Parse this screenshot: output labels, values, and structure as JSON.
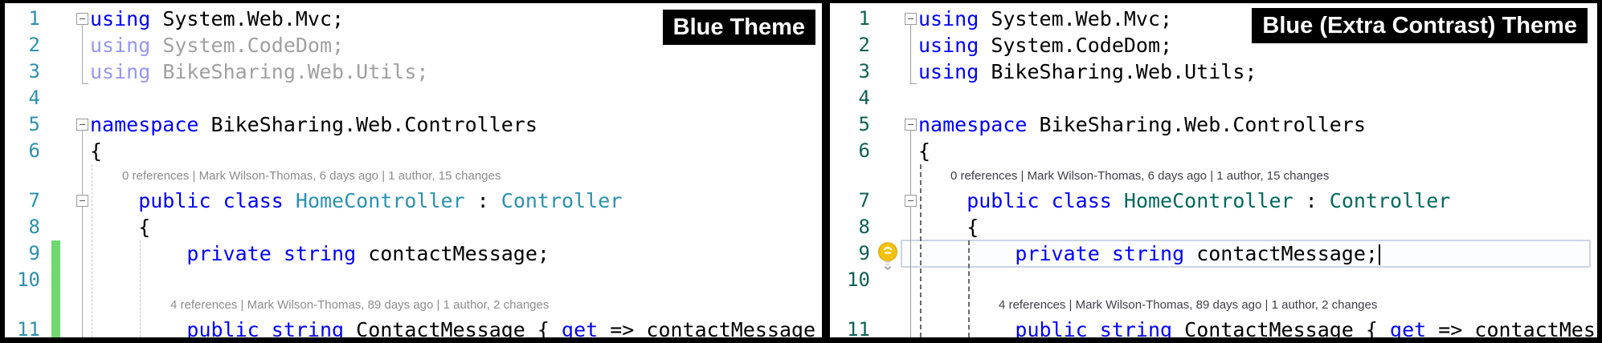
{
  "panels": [
    {
      "label": "Blue Theme",
      "palette": {
        "background": "#ffffff",
        "keyword": "#0000ff",
        "plain": "#000000",
        "type": "#2b91af",
        "keyword_faded": "#9698f0",
        "plain_faded": "#a0a0a0",
        "line_number": "#2b91af",
        "codelens": "#8c8c8c",
        "indent_guide": "#c8c8c8",
        "outline": "#a8a8a8",
        "change_bar": "#70d870"
      },
      "rows": [
        {
          "type": "code",
          "num": "1",
          "indent": 0,
          "collapse": true,
          "segs": [
            [
              "keyword",
              "using"
            ],
            [
              "plain",
              " System.Web.Mvc;"
            ]
          ]
        },
        {
          "type": "code",
          "num": "2",
          "indent": 0,
          "segs": [
            [
              "keyword_faded",
              "using"
            ],
            [
              "plain_faded",
              " System.CodeDom;"
            ]
          ]
        },
        {
          "type": "code",
          "num": "3",
          "indent": 0,
          "segs": [
            [
              "keyword_faded",
              "using"
            ],
            [
              "plain_faded",
              " BikeSharing.Web.Utils;"
            ]
          ]
        },
        {
          "type": "code",
          "num": "4",
          "indent": 0,
          "segs": []
        },
        {
          "type": "code",
          "num": "5",
          "indent": 0,
          "collapse": true,
          "segs": [
            [
              "keyword",
              "namespace"
            ],
            [
              "plain",
              " BikeSharing.Web.Controllers"
            ]
          ]
        },
        {
          "type": "code",
          "num": "6",
          "indent": 0,
          "segs": [
            [
              "plain",
              "{"
            ]
          ]
        },
        {
          "type": "lens",
          "indent": 4,
          "text": "0 references | Mark Wilson-Thomas, 6 days ago | 1 author, 15 changes"
        },
        {
          "type": "code",
          "num": "7",
          "indent": 4,
          "collapse": true,
          "segs": [
            [
              "keyword",
              "public"
            ],
            [
              "plain",
              " "
            ],
            [
              "keyword",
              "class"
            ],
            [
              "plain",
              " "
            ],
            [
              "type",
              "HomeController"
            ],
            [
              "plain",
              " : "
            ],
            [
              "type",
              "Controller"
            ]
          ]
        },
        {
          "type": "code",
          "num": "8",
          "indent": 4,
          "segs": [
            [
              "plain",
              "{"
            ]
          ]
        },
        {
          "type": "code",
          "num": "9",
          "indent": 8,
          "change_bar": true,
          "segs": [
            [
              "keyword",
              "private"
            ],
            [
              "plain",
              " "
            ],
            [
              "keyword",
              "string"
            ],
            [
              "plain",
              " contactMessage;"
            ]
          ]
        },
        {
          "type": "code",
          "num": "10",
          "indent": 0,
          "change_bar": true,
          "segs": []
        },
        {
          "type": "lens",
          "indent": 8,
          "change_bar": true,
          "text": "4 references | Mark Wilson-Thomas, 89 days ago | 1 author, 2 changes"
        },
        {
          "type": "code",
          "num": "11",
          "indent": 8,
          "change_bar": true,
          "segs": [
            [
              "keyword",
              "public"
            ],
            [
              "plain",
              " "
            ],
            [
              "keyword",
              "string"
            ],
            [
              "plain",
              " ContactMessage { "
            ],
            [
              "keyword",
              "get"
            ],
            [
              "plain",
              " => contactMessage"
            ]
          ]
        }
      ]
    },
    {
      "label": "Blue (Extra Contrast) Theme",
      "palette": {
        "background": "#ffffff",
        "keyword": "#0000ff",
        "plain": "#000000",
        "type": "#00695c",
        "line_number": "#0f6156",
        "codelens": "#3f3f46",
        "indent_guide": "#6a6a6a",
        "outline": "#9a9a9a",
        "highlight_border": "#ccd3e5",
        "highlight_fill": "#fcfdff",
        "bulb_color": "#f4c20d",
        "cursor": "#000000"
      },
      "rows": [
        {
          "type": "code",
          "num": "1",
          "indent": 0,
          "collapse": true,
          "segs": [
            [
              "keyword",
              "using"
            ],
            [
              "plain",
              " System.Web.Mvc;"
            ]
          ]
        },
        {
          "type": "code",
          "num": "2",
          "indent": 0,
          "segs": [
            [
              "keyword",
              "using"
            ],
            [
              "plain",
              " System.CodeDom;"
            ]
          ]
        },
        {
          "type": "code",
          "num": "3",
          "indent": 0,
          "segs": [
            [
              "keyword",
              "using"
            ],
            [
              "plain",
              " BikeSharing.Web.Utils;"
            ]
          ]
        },
        {
          "type": "code",
          "num": "4",
          "indent": 0,
          "segs": []
        },
        {
          "type": "code",
          "num": "5",
          "indent": 0,
          "collapse": true,
          "segs": [
            [
              "keyword",
              "namespace"
            ],
            [
              "plain",
              " BikeSharing.Web.Controllers"
            ]
          ]
        },
        {
          "type": "code",
          "num": "6",
          "indent": 0,
          "segs": [
            [
              "plain",
              "{"
            ]
          ]
        },
        {
          "type": "lens",
          "indent": 4,
          "text": "0 references | Mark Wilson-Thomas, 6 days ago | 1 author, 15 changes"
        },
        {
          "type": "code",
          "num": "7",
          "indent": 4,
          "collapse": true,
          "segs": [
            [
              "keyword",
              "public"
            ],
            [
              "plain",
              " "
            ],
            [
              "keyword",
              "class"
            ],
            [
              "plain",
              " "
            ],
            [
              "type",
              "HomeController"
            ],
            [
              "plain",
              " : "
            ],
            [
              "type",
              "Controller"
            ]
          ]
        },
        {
          "type": "code",
          "num": "8",
          "indent": 4,
          "segs": [
            [
              "plain",
              "{"
            ]
          ]
        },
        {
          "type": "code",
          "num": "9",
          "indent": 8,
          "bulb": true,
          "cursor": true,
          "current_line": true,
          "segs": [
            [
              "keyword",
              "private"
            ],
            [
              "plain",
              " "
            ],
            [
              "keyword",
              "string"
            ],
            [
              "plain",
              " contactMessage;"
            ]
          ]
        },
        {
          "type": "code",
          "num": "10",
          "indent": 0,
          "segs": []
        },
        {
          "type": "lens",
          "indent": 8,
          "text": "4 references | Mark Wilson-Thomas, 89 days ago | 1 author, 2 changes"
        },
        {
          "type": "code",
          "num": "11",
          "indent": 8,
          "segs": [
            [
              "keyword",
              "public"
            ],
            [
              "plain",
              " "
            ],
            [
              "keyword",
              "string"
            ],
            [
              "plain",
              " ContactMessage { "
            ],
            [
              "keyword",
              "get"
            ],
            [
              "plain",
              " => contactMessage"
            ]
          ]
        }
      ]
    }
  ]
}
